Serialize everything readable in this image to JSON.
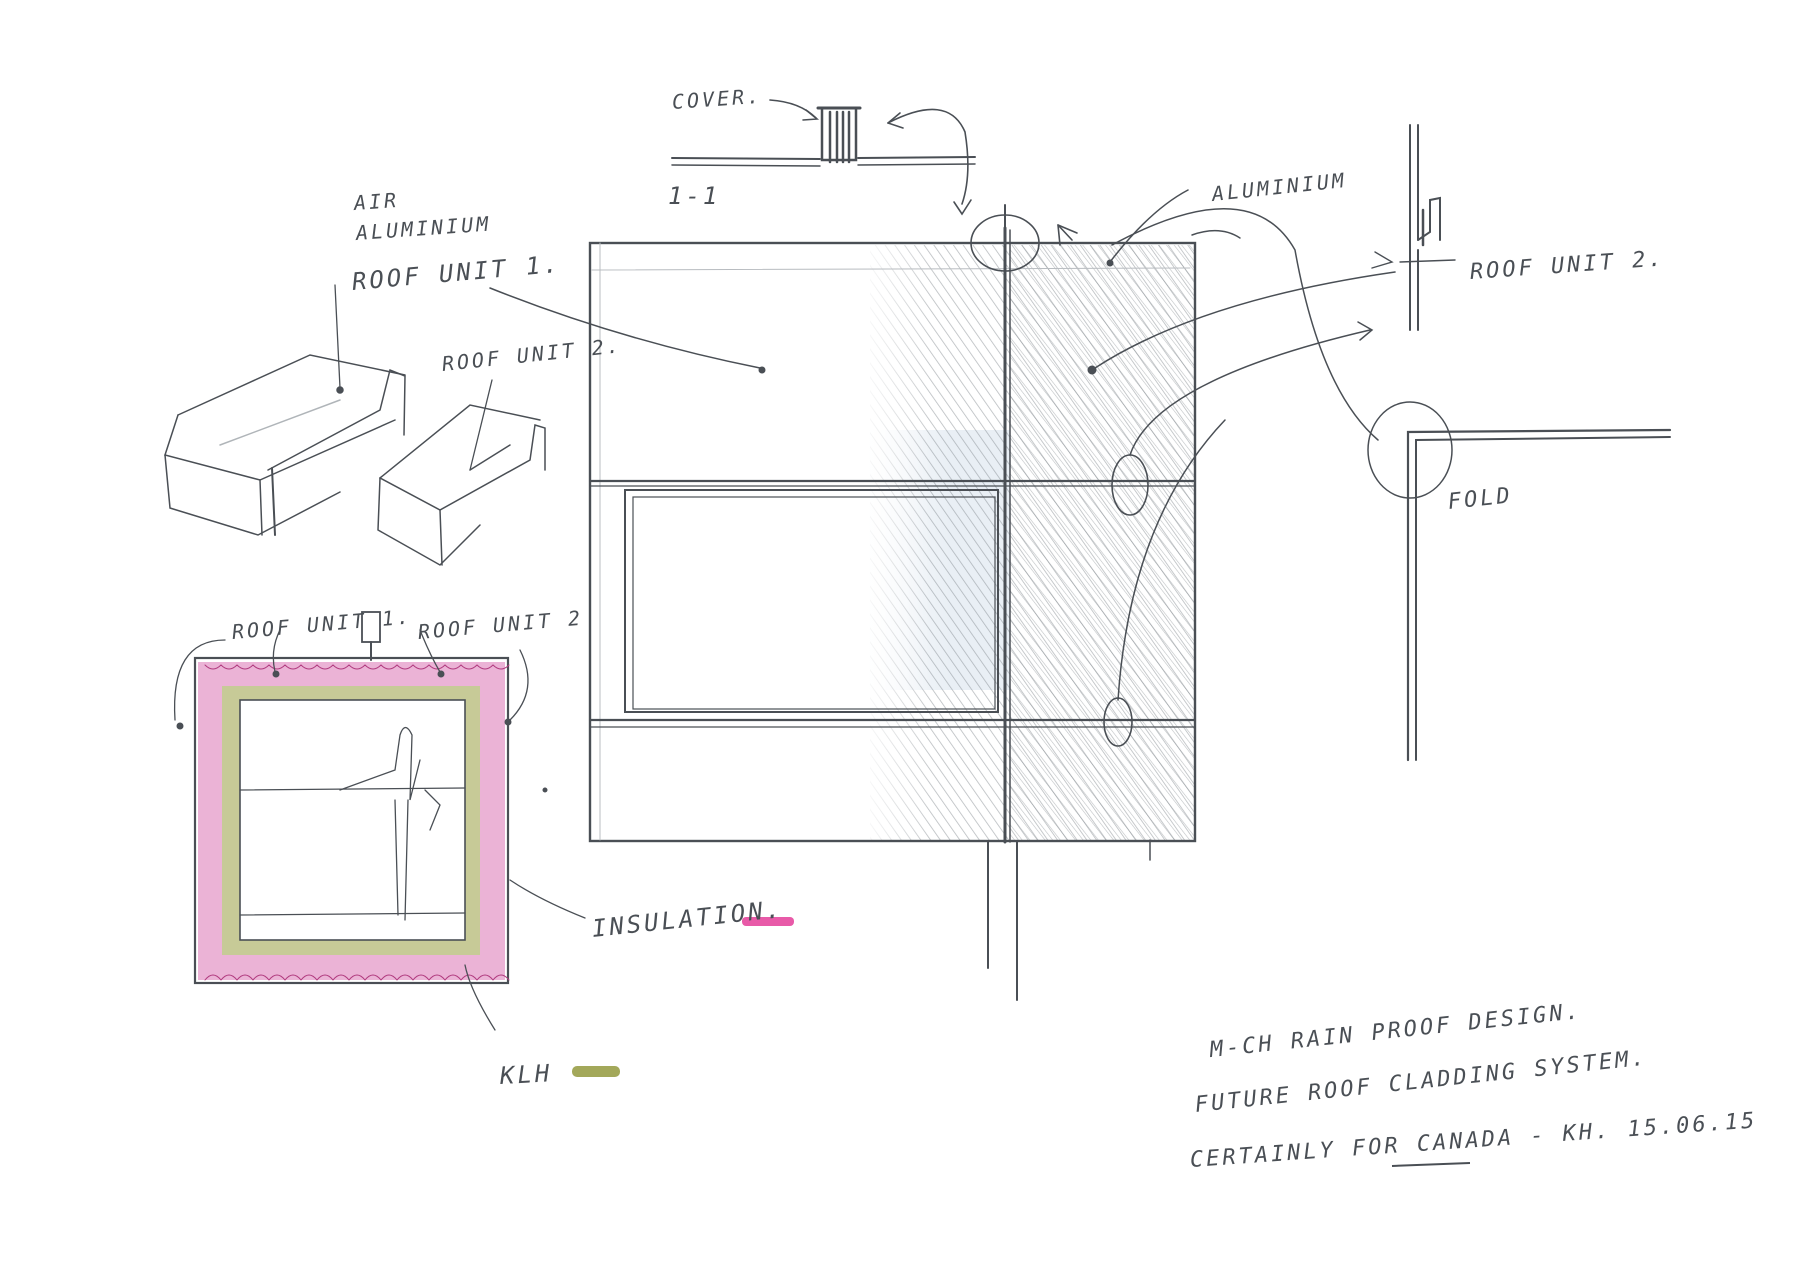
{
  "labels": {
    "cover": "COVER.",
    "section_1_1": "1-1",
    "air_aluminium": "AIR\nALUMINIUM",
    "roof_unit_1_main": "ROOF UNIT 1.",
    "roof_unit_2_iso": "ROOF UNIT 2.",
    "aluminium": "ALUMINIUM",
    "roof_unit_2_right": "ROOF UNIT 2.",
    "fold": "FOLD",
    "roof_unit_1_plan": "ROOF UNIT 1.",
    "roof_unit_2_plan": "ROOF UNIT 2",
    "insulation": "INSULATION.",
    "klh": "KLH"
  },
  "legend": {
    "insulation_color": "#e85aa8",
    "klh_color": "#a3a85a"
  },
  "notes": {
    "line1": "M-CH RAIN PROOF DESIGN.",
    "line2": "FUTURE ROOF CLADDING SYSTEM.",
    "line3": "CERTAINLY FOR CANADA - KH. 15.06.15"
  },
  "colors": {
    "pencil": "#4a4f55",
    "shading": "#8d9398",
    "blue_tint": "#d4e0ec"
  }
}
